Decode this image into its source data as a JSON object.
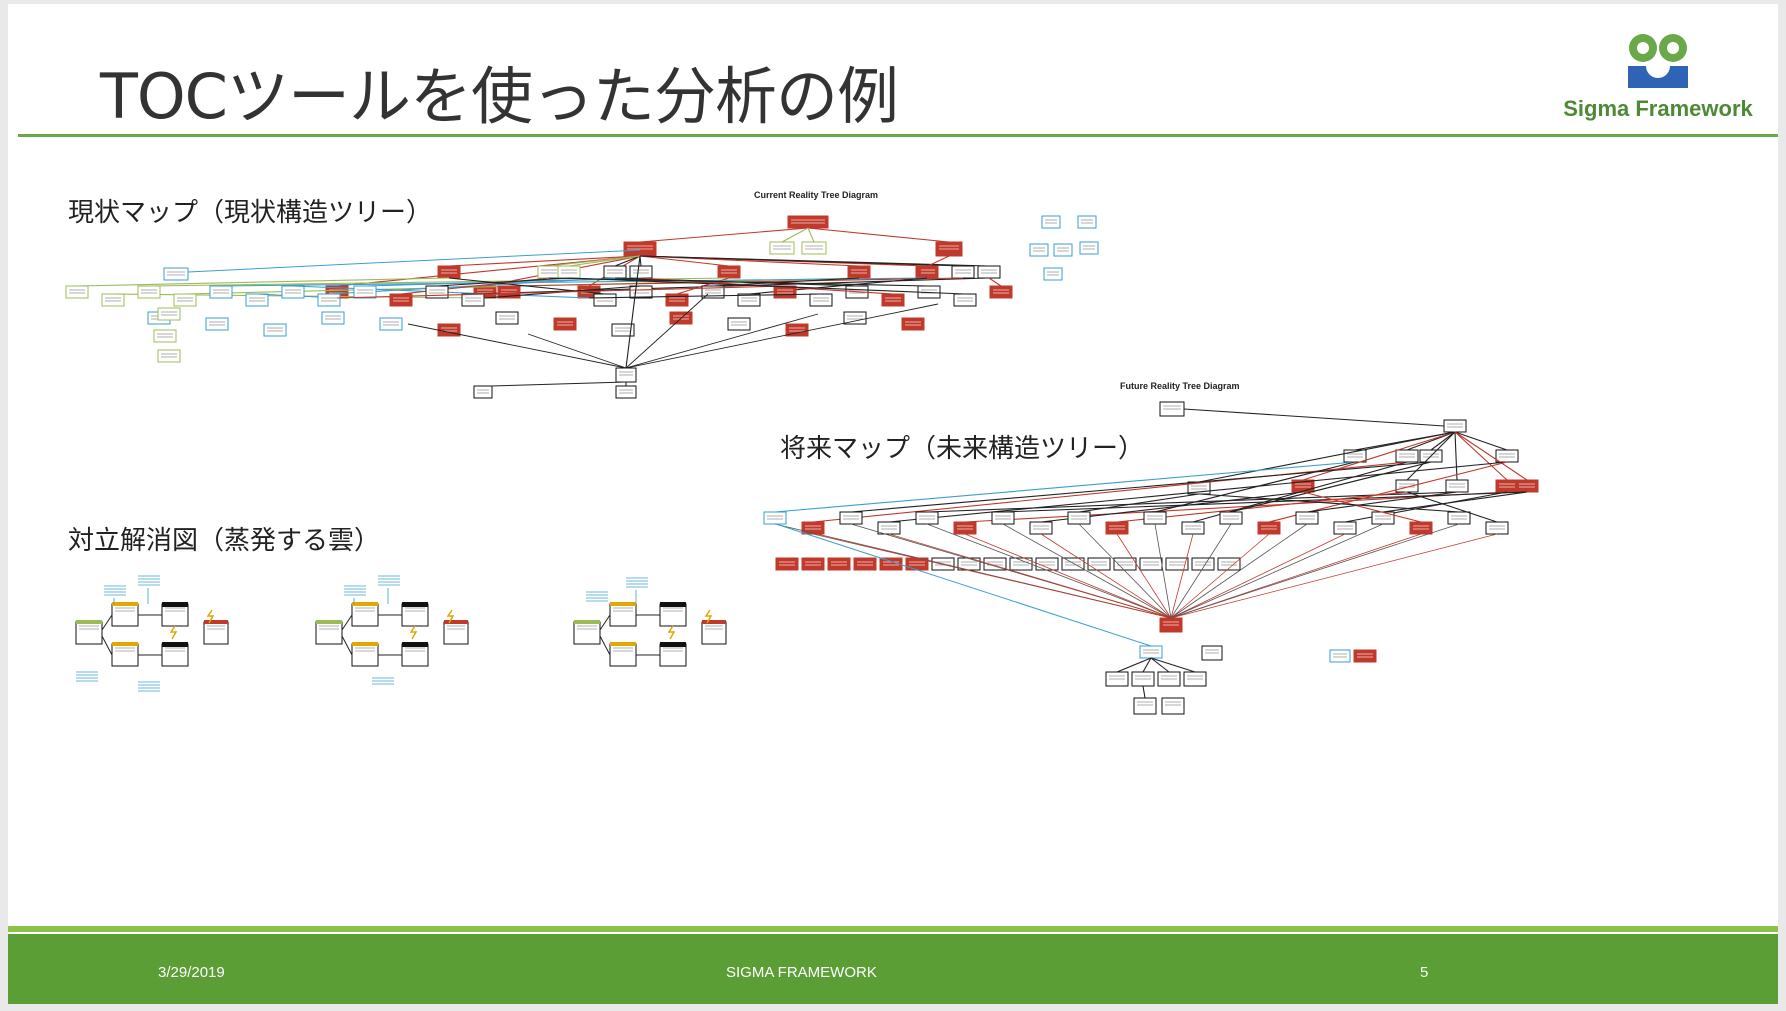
{
  "slide": {
    "title": "TOCツールを使った分析の例",
    "logo_text": "Sigma Framework",
    "labels": {
      "current_map": "現状マップ（現状構造ツリー）",
      "future_map": "将来マップ（未来構造ツリー）",
      "conflict": "対立解消図（蒸発する雲）"
    },
    "diagram_titles": {
      "current": "Current Reality Tree Diagram",
      "future": "Future Reality Tree Diagram"
    },
    "footer": {
      "date": "3/29/2019",
      "center": "SIGMA FRAMEWORK",
      "page": "5"
    }
  },
  "colors": {
    "accent_green": "#6aa94a",
    "footer_green": "#5a9e35",
    "node_red": "#c0392b",
    "node_blue": "#3a9fcf",
    "node_olive": "#9bbb59",
    "logo_gear": "#6aa94a",
    "logo_blue": "#2f63b5"
  }
}
